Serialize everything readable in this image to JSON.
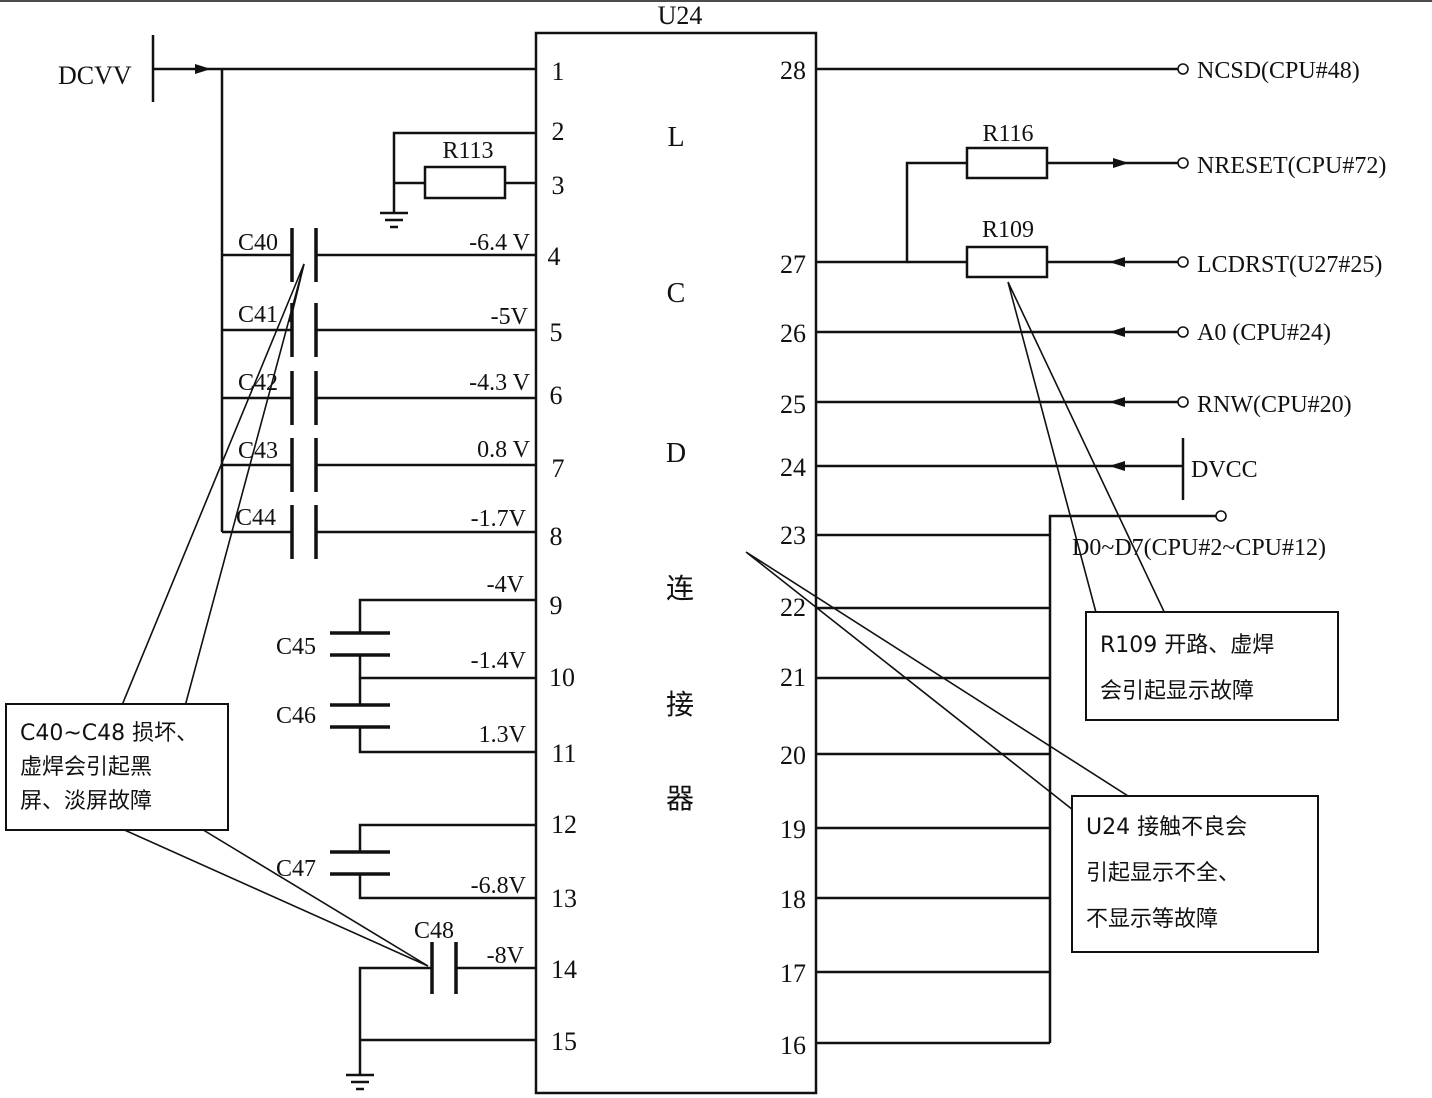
{
  "title": "U24",
  "connector_label": [
    "L",
    "C",
    "D",
    "连",
    "接",
    "器"
  ],
  "left_pins": [
    "1",
    "2",
    "3",
    "4",
    "5",
    "6",
    "7",
    "8",
    "9",
    "10",
    "11",
    "12",
    "13",
    "14",
    "15"
  ],
  "right_pins": [
    "28",
    "27",
    "26",
    "25",
    "24",
    "23",
    "22",
    "21",
    "20",
    "19",
    "18",
    "17",
    "16"
  ],
  "voltages": {
    "p4": "-6.4 V",
    "p5": "-5V",
    "p6": "-4.3 V",
    "p7": "0.8 V",
    "p8": "-1.7V",
    "p9": "-4V",
    "p10": "-1.4V",
    "p11": "1.3V",
    "p13": "-6.8V",
    "p14": "-8V"
  },
  "power": {
    "dcvv": "DCVV",
    "dvcc": "DVCC"
  },
  "components": {
    "r113": "R113",
    "r116": "R116",
    "r109": "R109",
    "c40": "C40",
    "c41": "C41",
    "c42": "C42",
    "c43": "C43",
    "c44": "C44",
    "c45": "C45",
    "c46": "C46",
    "c47": "C47",
    "c48": "C48"
  },
  "signals": {
    "ncsd": "NCSD(CPU#48)",
    "nreset": "NRESET(CPU#72)",
    "lcdrst": "LCDRST(U27#25)",
    "a0": "A0 (CPU#24)",
    "rnw": "RNW(CPU#20)",
    "data_bus": "D0~D7(CPU#2~CPU#12)"
  },
  "callouts": {
    "caps": [
      "C40~C48 损坏、",
      "虚焊会引起黑",
      "屏、淡屏故障"
    ],
    "r109": [
      "R109 开路、虚焊",
      "会引起显示故障"
    ],
    "u24": [
      "U24 接触不良会",
      "引起显示不全、",
      "不显示等故障"
    ]
  }
}
